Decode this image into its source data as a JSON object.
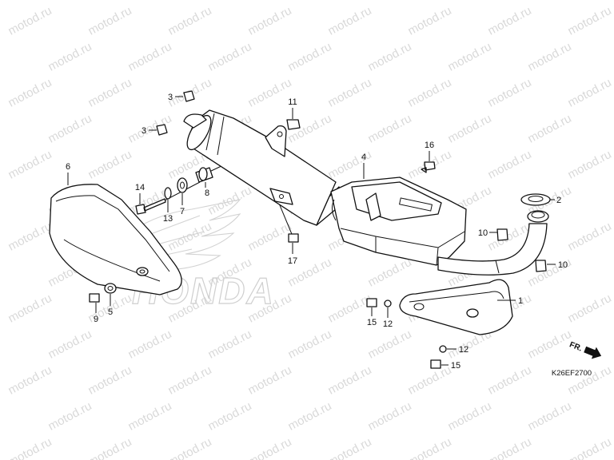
{
  "watermark": "motod.ru",
  "logo_text": "HONDA",
  "callouts": [
    "3",
    "3",
    "11",
    "16",
    "4",
    "6",
    "14",
    "8",
    "13",
    "7",
    "2",
    "10",
    "10",
    "17",
    "1",
    "9",
    "5",
    "15",
    "12",
    "12",
    "15"
  ],
  "fr_label": "FR.",
  "figure_code": "K26EF2700"
}
